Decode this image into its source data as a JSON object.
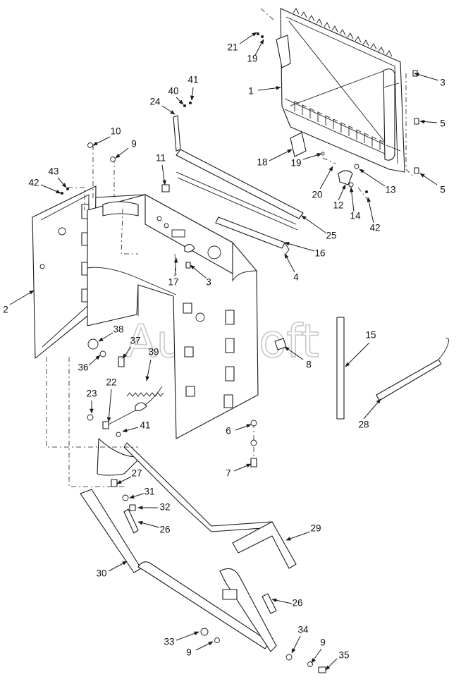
{
  "watermark": "AutoSoft",
  "callouts": [
    "1",
    "2",
    "3",
    "3",
    "4",
    "5",
    "5",
    "6",
    "7",
    "8",
    "9",
    "9",
    "9",
    "10",
    "11",
    "12",
    "13",
    "14",
    "15",
    "16",
    "17",
    "18",
    "19",
    "19",
    "20",
    "21",
    "22",
    "23",
    "24",
    "25",
    "26",
    "26",
    "27",
    "28",
    "29",
    "30",
    "31",
    "32",
    "33",
    "34",
    "35",
    "36",
    "37",
    "38",
    "39",
    "40",
    "41",
    "41",
    "42",
    "42",
    "43"
  ]
}
